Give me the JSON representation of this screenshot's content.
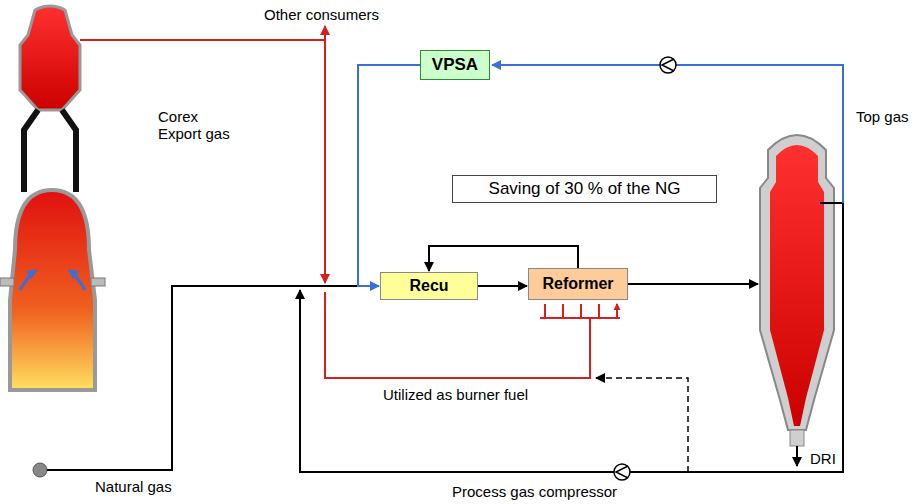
{
  "diagram": {
    "nodes": [
      {
        "text": [
          "VPSA"
        ]
      },
      {
        "text": [
          "Saving of 30 % of the NG"
        ]
      },
      {
        "text": [
          "Recu"
        ]
      },
      {
        "text": [
          "Reformer"
        ]
      }
    ],
    "edges": [
      {
        "from": 2,
        "to": 3,
        "arrow": "to"
      },
      {
        "from": 3,
        "to": 2,
        "arrow": "to"
      },
      {
        "from": 0,
        "to": 2,
        "arrow": "to"
      }
    ],
    "labels": [
      "Other consumers",
      "Corex Export gas",
      "Top gas",
      "Utilized as burner fuel",
      "DRI",
      "Natural gas",
      "Process gas compressor"
    ]
  }
}
